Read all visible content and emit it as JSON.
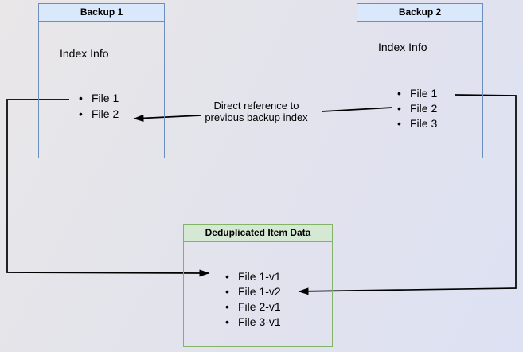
{
  "diagram": {
    "backup1": {
      "title": "Backup 1",
      "subtitle": "Index Info",
      "items": [
        "File 1",
        "File 2"
      ]
    },
    "backup2": {
      "title": "Backup 2",
      "subtitle": "Index Info",
      "items": [
        "File 1",
        "File 2",
        "File 3"
      ]
    },
    "dedup": {
      "title": "Deduplicated Item Data",
      "items": [
        "File 1-v1",
        "File 1-v2",
        "File 2-v1",
        "File 3-v1"
      ]
    },
    "annotation": {
      "line1": "Direct reference to",
      "line2": "previous backup index"
    },
    "colors": {
      "blue_fill": "#dae8fc",
      "blue_border": "#6c8ebf",
      "green_fill": "#d5e8d4",
      "green_border": "#82b366",
      "arrow": "#000000"
    }
  }
}
